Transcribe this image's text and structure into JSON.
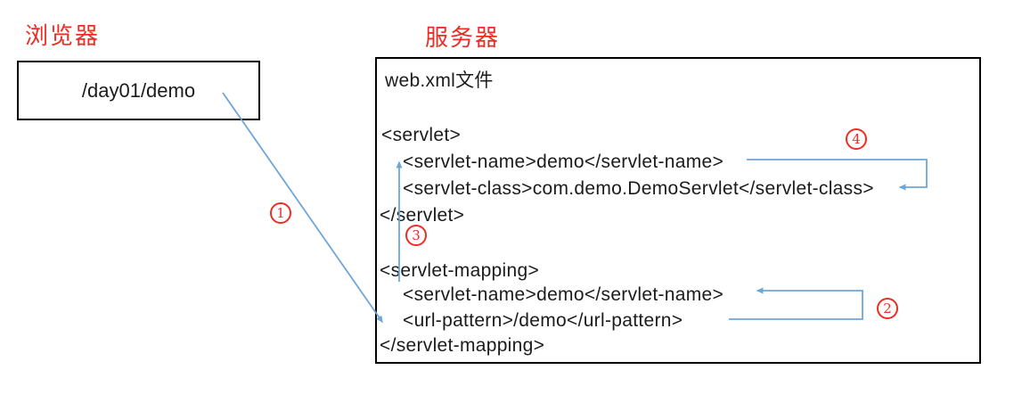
{
  "colors": {
    "red": "#ee2c24",
    "blue": "#6ea6d8",
    "ink": "#1b1b1b",
    "border": "#000000",
    "bg": "#ffffff"
  },
  "browser": {
    "label": "浏览器",
    "request_path": "/day01/demo"
  },
  "server": {
    "label": "服务器",
    "file_title": "web.xml文件",
    "xml": {
      "servlet_open": "<servlet>",
      "servlet_name": "<servlet-name>demo</servlet-name>",
      "servlet_class": "<servlet-class>com.demo.DemoServlet</servlet-class>",
      "servlet_close": "</servlet>",
      "mapping_open": "<servlet-mapping>",
      "mapping_servlet_name": "<servlet-name>demo</servlet-name>",
      "url_pattern": "<url-pattern>/demo</url-pattern>",
      "mapping_close": "</servlet-mapping>"
    }
  },
  "steps": [
    {
      "num": "1"
    },
    {
      "num": "2"
    },
    {
      "num": "3"
    },
    {
      "num": "4"
    }
  ]
}
